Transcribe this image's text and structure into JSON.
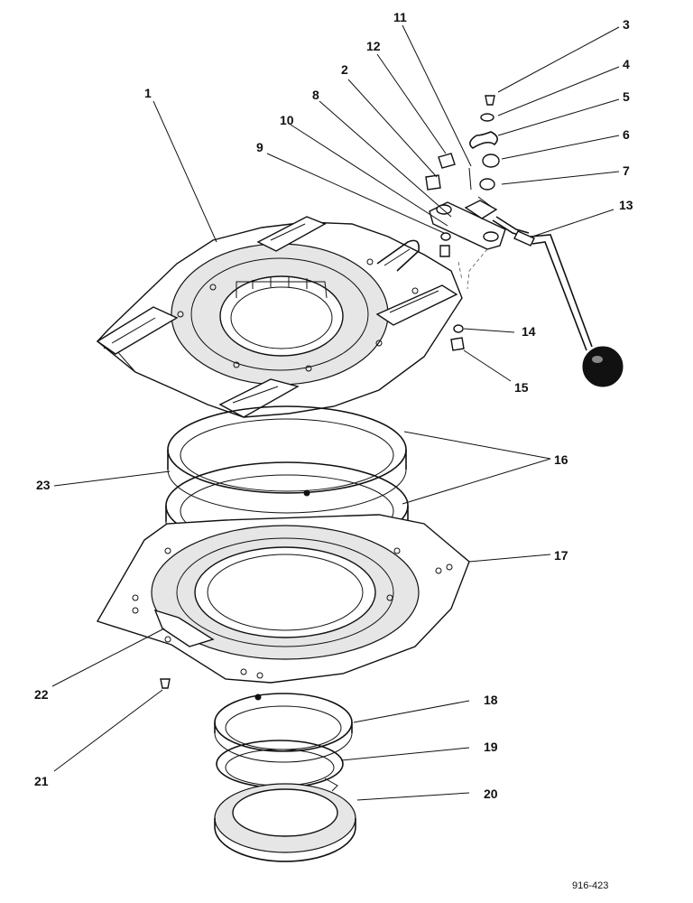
{
  "diagram": {
    "drawing_number": "916-423",
    "callouts": [
      "1",
      "2",
      "3",
      "4",
      "5",
      "6",
      "7",
      "8",
      "9",
      "10",
      "11",
      "12",
      "13",
      "14",
      "15",
      "16",
      "17",
      "18",
      "19",
      "20",
      "21",
      "22",
      "23"
    ]
  }
}
